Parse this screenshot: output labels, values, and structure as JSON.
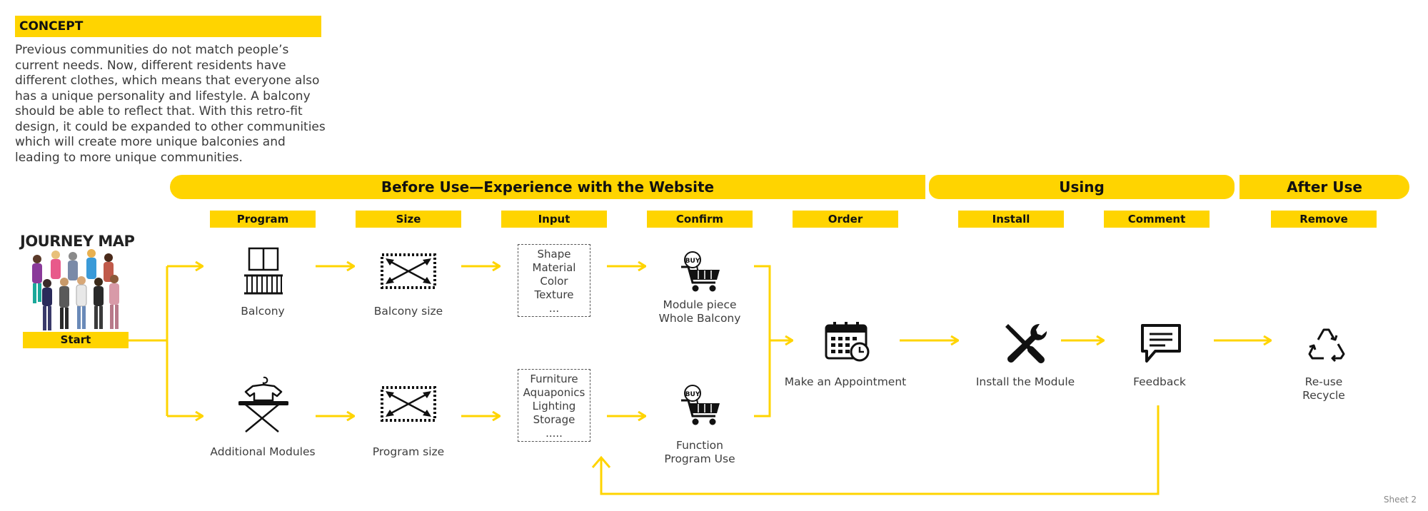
{
  "concept": {
    "label": "CONCEPT",
    "text": "Previous communities do not match people’s current needs. Now, different residents have different clothes, which means that everyone also has a unique personality and lifestyle. A balcony should be able to reflect that. With this retro-fit design, it could be expanded to other communities which will create more unique balconies and leading to more unique communities."
  },
  "phases": {
    "before": "Before Use—Experience with the Website",
    "using": "Using",
    "after": "After Use"
  },
  "steps": [
    "Program",
    "Size",
    "Input",
    "Confirm",
    "Order",
    "Install",
    "Comment",
    "Remove"
  ],
  "journey": {
    "title": "JOURNEY MAP",
    "start": "Start"
  },
  "top_row": {
    "balcony": "Balcony",
    "balcony_size": "Balcony size",
    "input_items": [
      "Shape",
      "Material",
      "Color",
      "Texture",
      "..."
    ],
    "confirm_line1": "Module piece",
    "confirm_line2": "Whole Balcony"
  },
  "bottom_row": {
    "modules": "Additional Modules",
    "program_size": "Program size",
    "input_items": [
      "Furniture",
      "Aquaponics",
      "Lighting",
      "Storage",
      "....."
    ],
    "confirm_line1": "Function",
    "confirm_line2": "Program Use"
  },
  "middle_row": {
    "appointment": "Make an Appointment",
    "install": "Install the Module",
    "feedback": "Feedback",
    "reuse": "Re-use",
    "recycle": "Recycle"
  },
  "footer": {
    "sheet": "Sheet 2"
  },
  "colors": {
    "accent": "#FFD400",
    "ink": "#111111",
    "text": "#3a3a3a"
  },
  "icons": [
    "people-illustration",
    "window-balcony-icon",
    "size-arrows-icon",
    "cart-buy-icon",
    "calendar-clock-icon",
    "wrench-screwdriver-icon",
    "chat-bubble-icon",
    "recycle-icon",
    "clothes-rack-icon"
  ]
}
